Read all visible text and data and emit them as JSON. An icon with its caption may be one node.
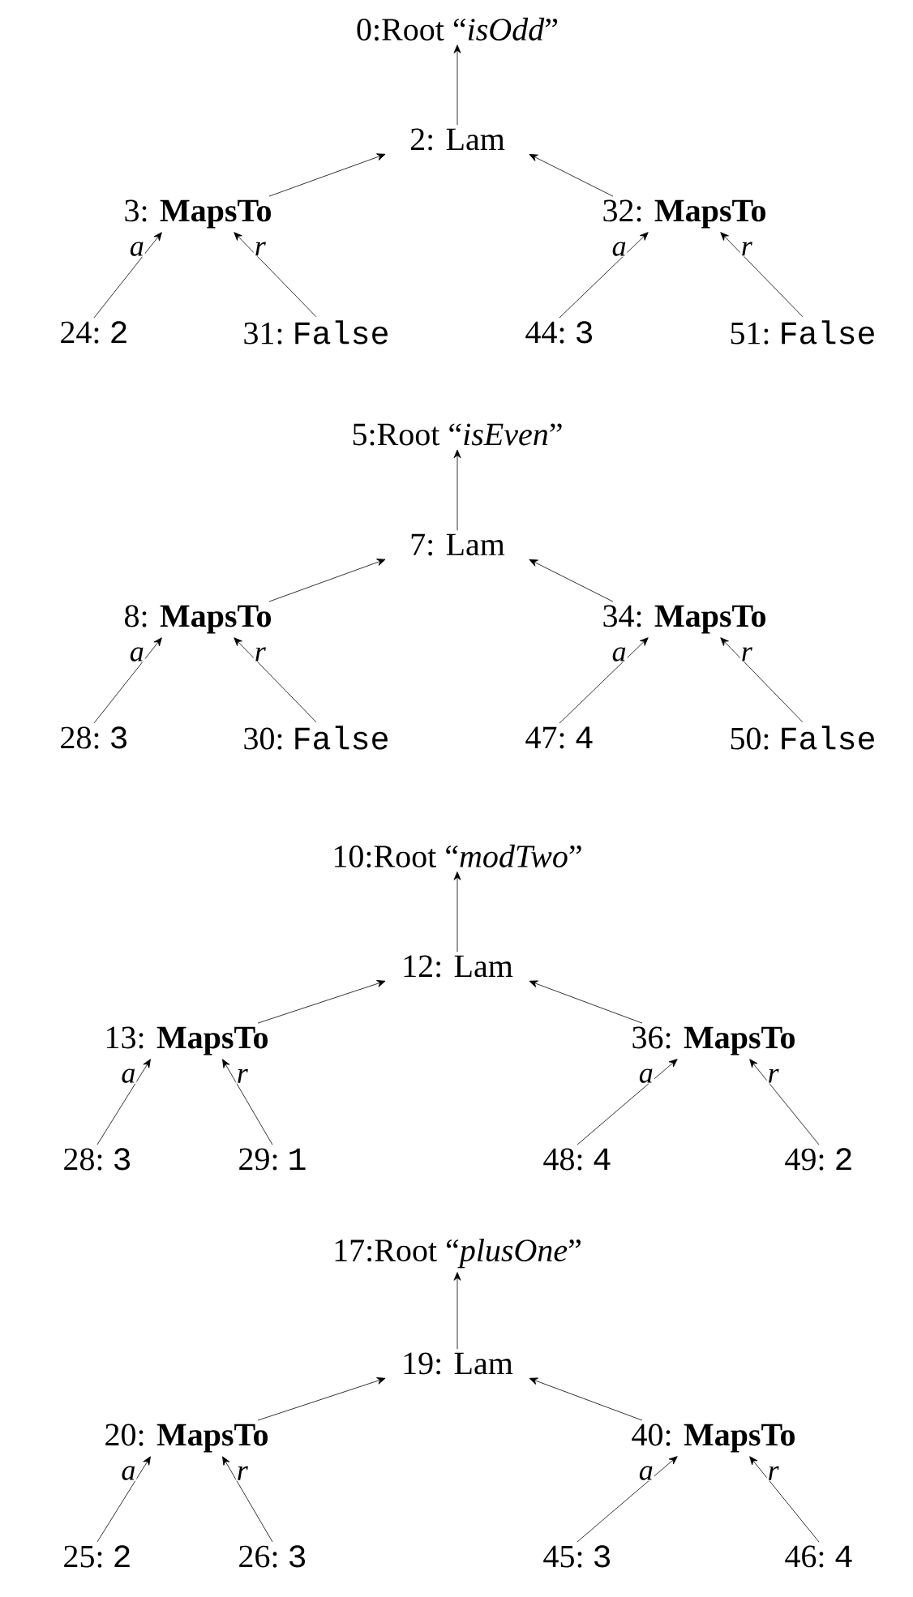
{
  "diagram": {
    "nodes": [
      {
        "text": [
          "0:Root “*isOdd*”"
        ]
      },
      {
        "text": [
          "2: Lam"
        ]
      },
      {
        "text": [
          "3: **MapsTo**"
        ]
      },
      {
        "text": [
          "32: **MapsTo**"
        ]
      },
      {
        "text": [
          "24:",
          "2"
        ]
      },
      {
        "text": [
          "31:",
          "False"
        ]
      },
      {
        "text": [
          "44:",
          "3"
        ]
      },
      {
        "text": [
          "51:",
          "False"
        ]
      },
      {
        "text": [
          "5:Root “*isEven*”"
        ]
      },
      {
        "text": [
          "7: Lam"
        ]
      },
      {
        "text": [
          "8: **MapsTo**"
        ]
      },
      {
        "text": [
          "34: **MapsTo**"
        ]
      },
      {
        "text": [
          "28:",
          "3"
        ]
      },
      {
        "text": [
          "30:",
          "False"
        ]
      },
      {
        "text": [
          "47:",
          "4"
        ]
      },
      {
        "text": [
          "50:",
          "False"
        ]
      },
      {
        "text": [
          "10:Root “*modTwo*”"
        ]
      },
      {
        "text": [
          "12: Lam"
        ]
      },
      {
        "text": [
          "13: **MapsTo**"
        ]
      },
      {
        "text": [
          "36: **MapsTo**"
        ]
      },
      {
        "text": [
          "28:",
          "3"
        ]
      },
      {
        "text": [
          "29:",
          "1"
        ]
      },
      {
        "text": [
          "48:",
          "4"
        ]
      },
      {
        "text": [
          "49:",
          "2"
        ]
      },
      {
        "text": [
          "17:Root “*plusOne*”"
        ]
      },
      {
        "text": [
          "19: Lam"
        ]
      },
      {
        "text": [
          "20: **MapsTo**"
        ]
      },
      {
        "text": [
          "40: **MapsTo**"
        ]
      },
      {
        "text": [
          "25:",
          "2"
        ]
      },
      {
        "text": [
          "26:",
          "3"
        ]
      },
      {
        "text": [
          "45:",
          "3"
        ]
      },
      {
        "text": [
          "46:",
          "4"
        ]
      }
    ],
    "edges": [
      {
        "from": 1,
        "to": 0,
        "arrow": "to"
      },
      {
        "from": 2,
        "to": 1,
        "arrow": "to"
      },
      {
        "from": 3,
        "to": 1,
        "arrow": "to"
      },
      {
        "from": 4,
        "to": 2,
        "arrow": "to",
        "label": "a"
      },
      {
        "from": 5,
        "to": 2,
        "arrow": "to",
        "label": "r"
      },
      {
        "from": 6,
        "to": 3,
        "arrow": "to",
        "label": "a"
      },
      {
        "from": 7,
        "to": 3,
        "arrow": "to",
        "label": "r"
      },
      {
        "from": 9,
        "to": 8,
        "arrow": "to"
      },
      {
        "from": 10,
        "to": 9,
        "arrow": "to"
      },
      {
        "from": 11,
        "to": 9,
        "arrow": "to"
      },
      {
        "from": 12,
        "to": 10,
        "arrow": "to",
        "label": "a"
      },
      {
        "from": 13,
        "to": 10,
        "arrow": "to",
        "label": "r"
      },
      {
        "from": 14,
        "to": 11,
        "arrow": "to",
        "label": "a"
      },
      {
        "from": 15,
        "to": 11,
        "arrow": "to",
        "label": "r"
      },
      {
        "from": 17,
        "to": 16,
        "arrow": "to"
      },
      {
        "from": 18,
        "to": 17,
        "arrow": "to"
      },
      {
        "from": 19,
        "to": 17,
        "arrow": "to"
      },
      {
        "from": 20,
        "to": 18,
        "arrow": "to",
        "label": "a"
      },
      {
        "from": 21,
        "to": 18,
        "arrow": "to",
        "label": "r"
      },
      {
        "from": 22,
        "to": 19,
        "arrow": "to",
        "label": "a"
      },
      {
        "from": 23,
        "to": 19,
        "arrow": "to",
        "label": "r"
      },
      {
        "from": 25,
        "to": 24,
        "arrow": "to"
      },
      {
        "from": 26,
        "to": 25,
        "arrow": "to"
      },
      {
        "from": 27,
        "to": 25,
        "arrow": "to"
      },
      {
        "from": 28,
        "to": 26,
        "arrow": "to",
        "label": "a"
      },
      {
        "from": 29,
        "to": 26,
        "arrow": "to",
        "label": "r"
      },
      {
        "from": 30,
        "to": 27,
        "arrow": "to",
        "label": "a"
      },
      {
        "from": 31,
        "to": 27,
        "arrow": "to",
        "label": "r"
      }
    ]
  }
}
